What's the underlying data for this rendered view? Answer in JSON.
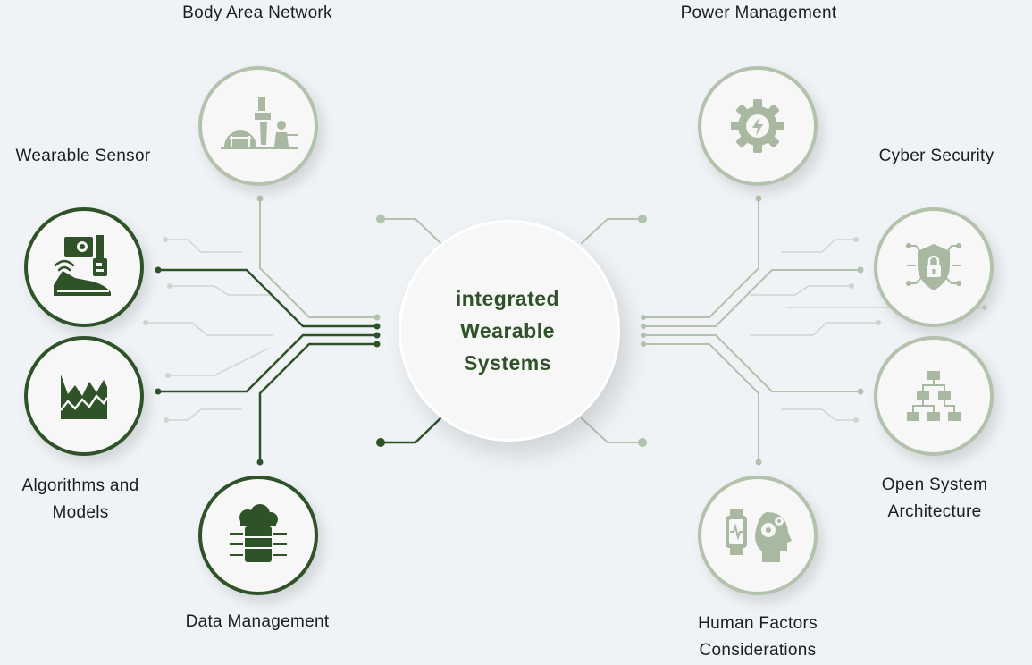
{
  "hub": {
    "title": "integrated Wearable Systems"
  },
  "nodes": {
    "body_area_network": {
      "label": "Body Area Network",
      "icon": "field-base-soldier-icon"
    },
    "wearable_sensor": {
      "label": "Wearable Sensor",
      "icon": "camera-smartwatch-shoe-icon"
    },
    "algorithms_models": {
      "label": "Algorithms and Models",
      "icon": "area-chart-icon"
    },
    "data_management": {
      "label": "Data Management",
      "icon": "cloud-database-icon"
    },
    "power_management": {
      "label": "Power Management",
      "icon": "gear-lightning-icon"
    },
    "cyber_security": {
      "label": "Cyber Security",
      "icon": "shield-lock-circuit-icon"
    },
    "open_system_architecture": {
      "label": "Open System Architecture",
      "icon": "hierarchy-tree-icon"
    },
    "human_factors": {
      "label": "Human Factors Considerations",
      "icon": "smartwatch-head-gear-icon"
    }
  },
  "colors": {
    "dark_green": "#2f5229",
    "light_green": "#b3c2ac",
    "icon_light": "#a9b8a1",
    "background": "#eff3f6"
  }
}
